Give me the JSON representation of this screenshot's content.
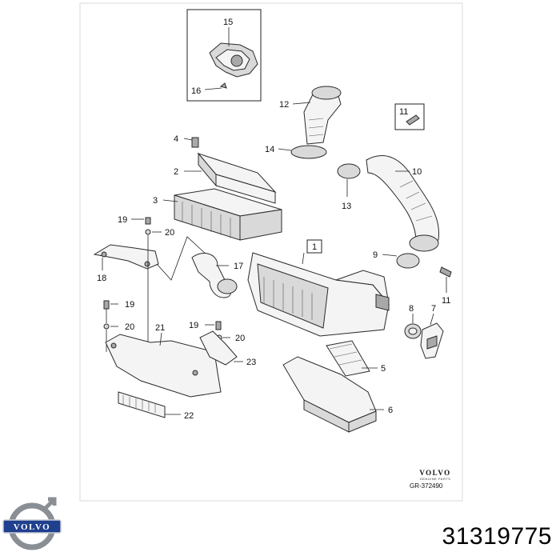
{
  "diagram": {
    "callouts": [
      "15",
      "16",
      "12",
      "11",
      "4",
      "14",
      "10",
      "2",
      "13",
      "3",
      "19",
      "20",
      "1",
      "9",
      "18",
      "17",
      "11",
      "8",
      "7",
      "19",
      "20",
      "21",
      "19",
      "20",
      "23",
      "5",
      "6",
      "22"
    ],
    "group_label": "1",
    "stamp": {
      "brand": "VOLVO",
      "tagline": "GENUINE PARTS",
      "reference": "GR-372490"
    }
  },
  "footer": {
    "part_number": "31319775",
    "logo_text": "VOLVO"
  },
  "colors": {
    "line": "#222222",
    "logo_blue": "#1f3f8f",
    "logo_ring": "#8a8f96"
  }
}
